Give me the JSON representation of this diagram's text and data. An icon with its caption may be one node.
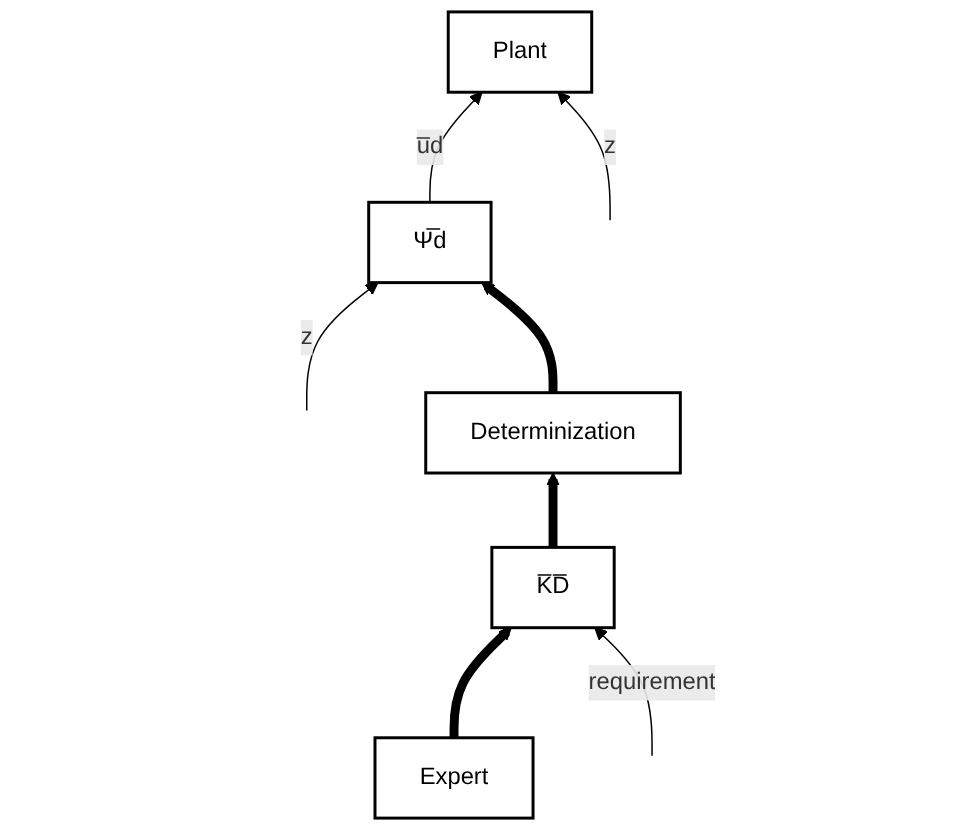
{
  "diagram": {
    "nodes": [
      {
        "text": [
          "Ψ̅d"
        ]
      },
      {
        "text": [
          "Plant"
        ]
      },
      {
        "text": [
          "Determinization"
        ]
      },
      {
        "text": [
          "K̅D̅"
        ]
      },
      {
        "text": [
          "Expert"
        ]
      }
    ],
    "edges": [
      {
        "from": 0,
        "to": 1,
        "arrow": "to",
        "label": "u̅d"
      },
      {
        "from": null,
        "to": 1,
        "arrow": "to",
        "label": "z"
      },
      {
        "from": null,
        "to": 0,
        "arrow": "to",
        "label": "z"
      },
      {
        "from": 2,
        "to": 0,
        "arrow": "to",
        "style": "thick"
      },
      {
        "from": 3,
        "to": 2,
        "arrow": "to",
        "style": "thick"
      },
      {
        "from": 4,
        "to": 3,
        "arrow": "to",
        "style": "thick"
      },
      {
        "from": null,
        "to": 3,
        "arrow": "to",
        "label": "requirement"
      }
    ]
  }
}
